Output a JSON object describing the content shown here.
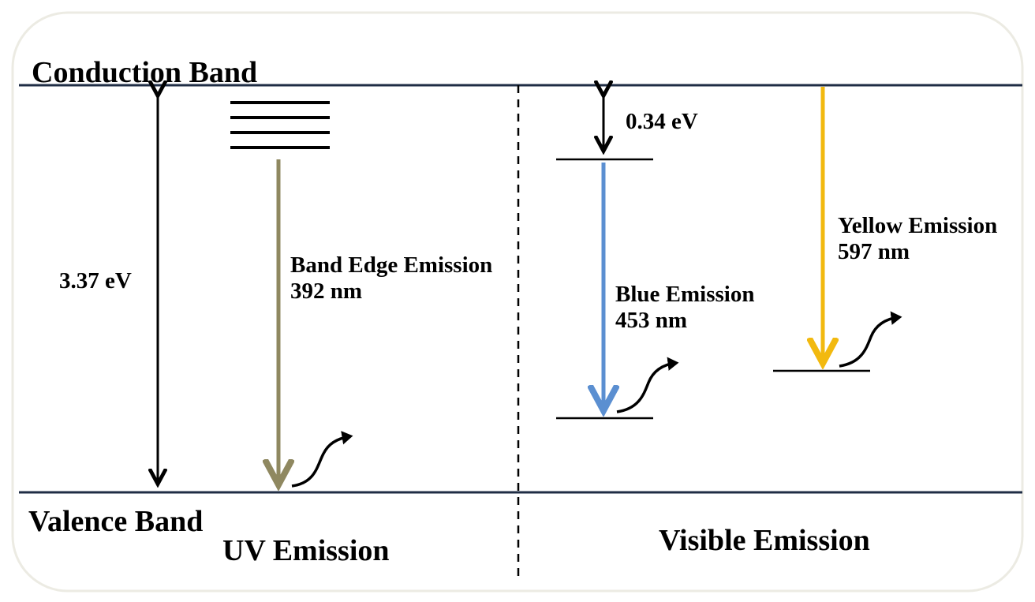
{
  "bands": {
    "conduction": "Conduction Band",
    "valence": "Valence Band"
  },
  "regions": {
    "uv": "UV Emission",
    "visible": "Visible Emission"
  },
  "band_gap": {
    "label": "3.37 eV"
  },
  "defect_depth": {
    "label": "0.34 eV"
  },
  "emissions": {
    "band_edge": {
      "name": "Band Edge Emission",
      "wavelength": "392 nm",
      "color": "#8f8860"
    },
    "blue": {
      "name": "Blue Emission",
      "wavelength": "453 nm",
      "color": "#5b8fd1"
    },
    "yellow": {
      "name": "Yellow Emission",
      "wavelength": "597 nm",
      "color": "#f2b90f"
    }
  },
  "colors": {
    "band_line": "#1f2d45",
    "border": "#ecebe3",
    "text": "#000000"
  }
}
